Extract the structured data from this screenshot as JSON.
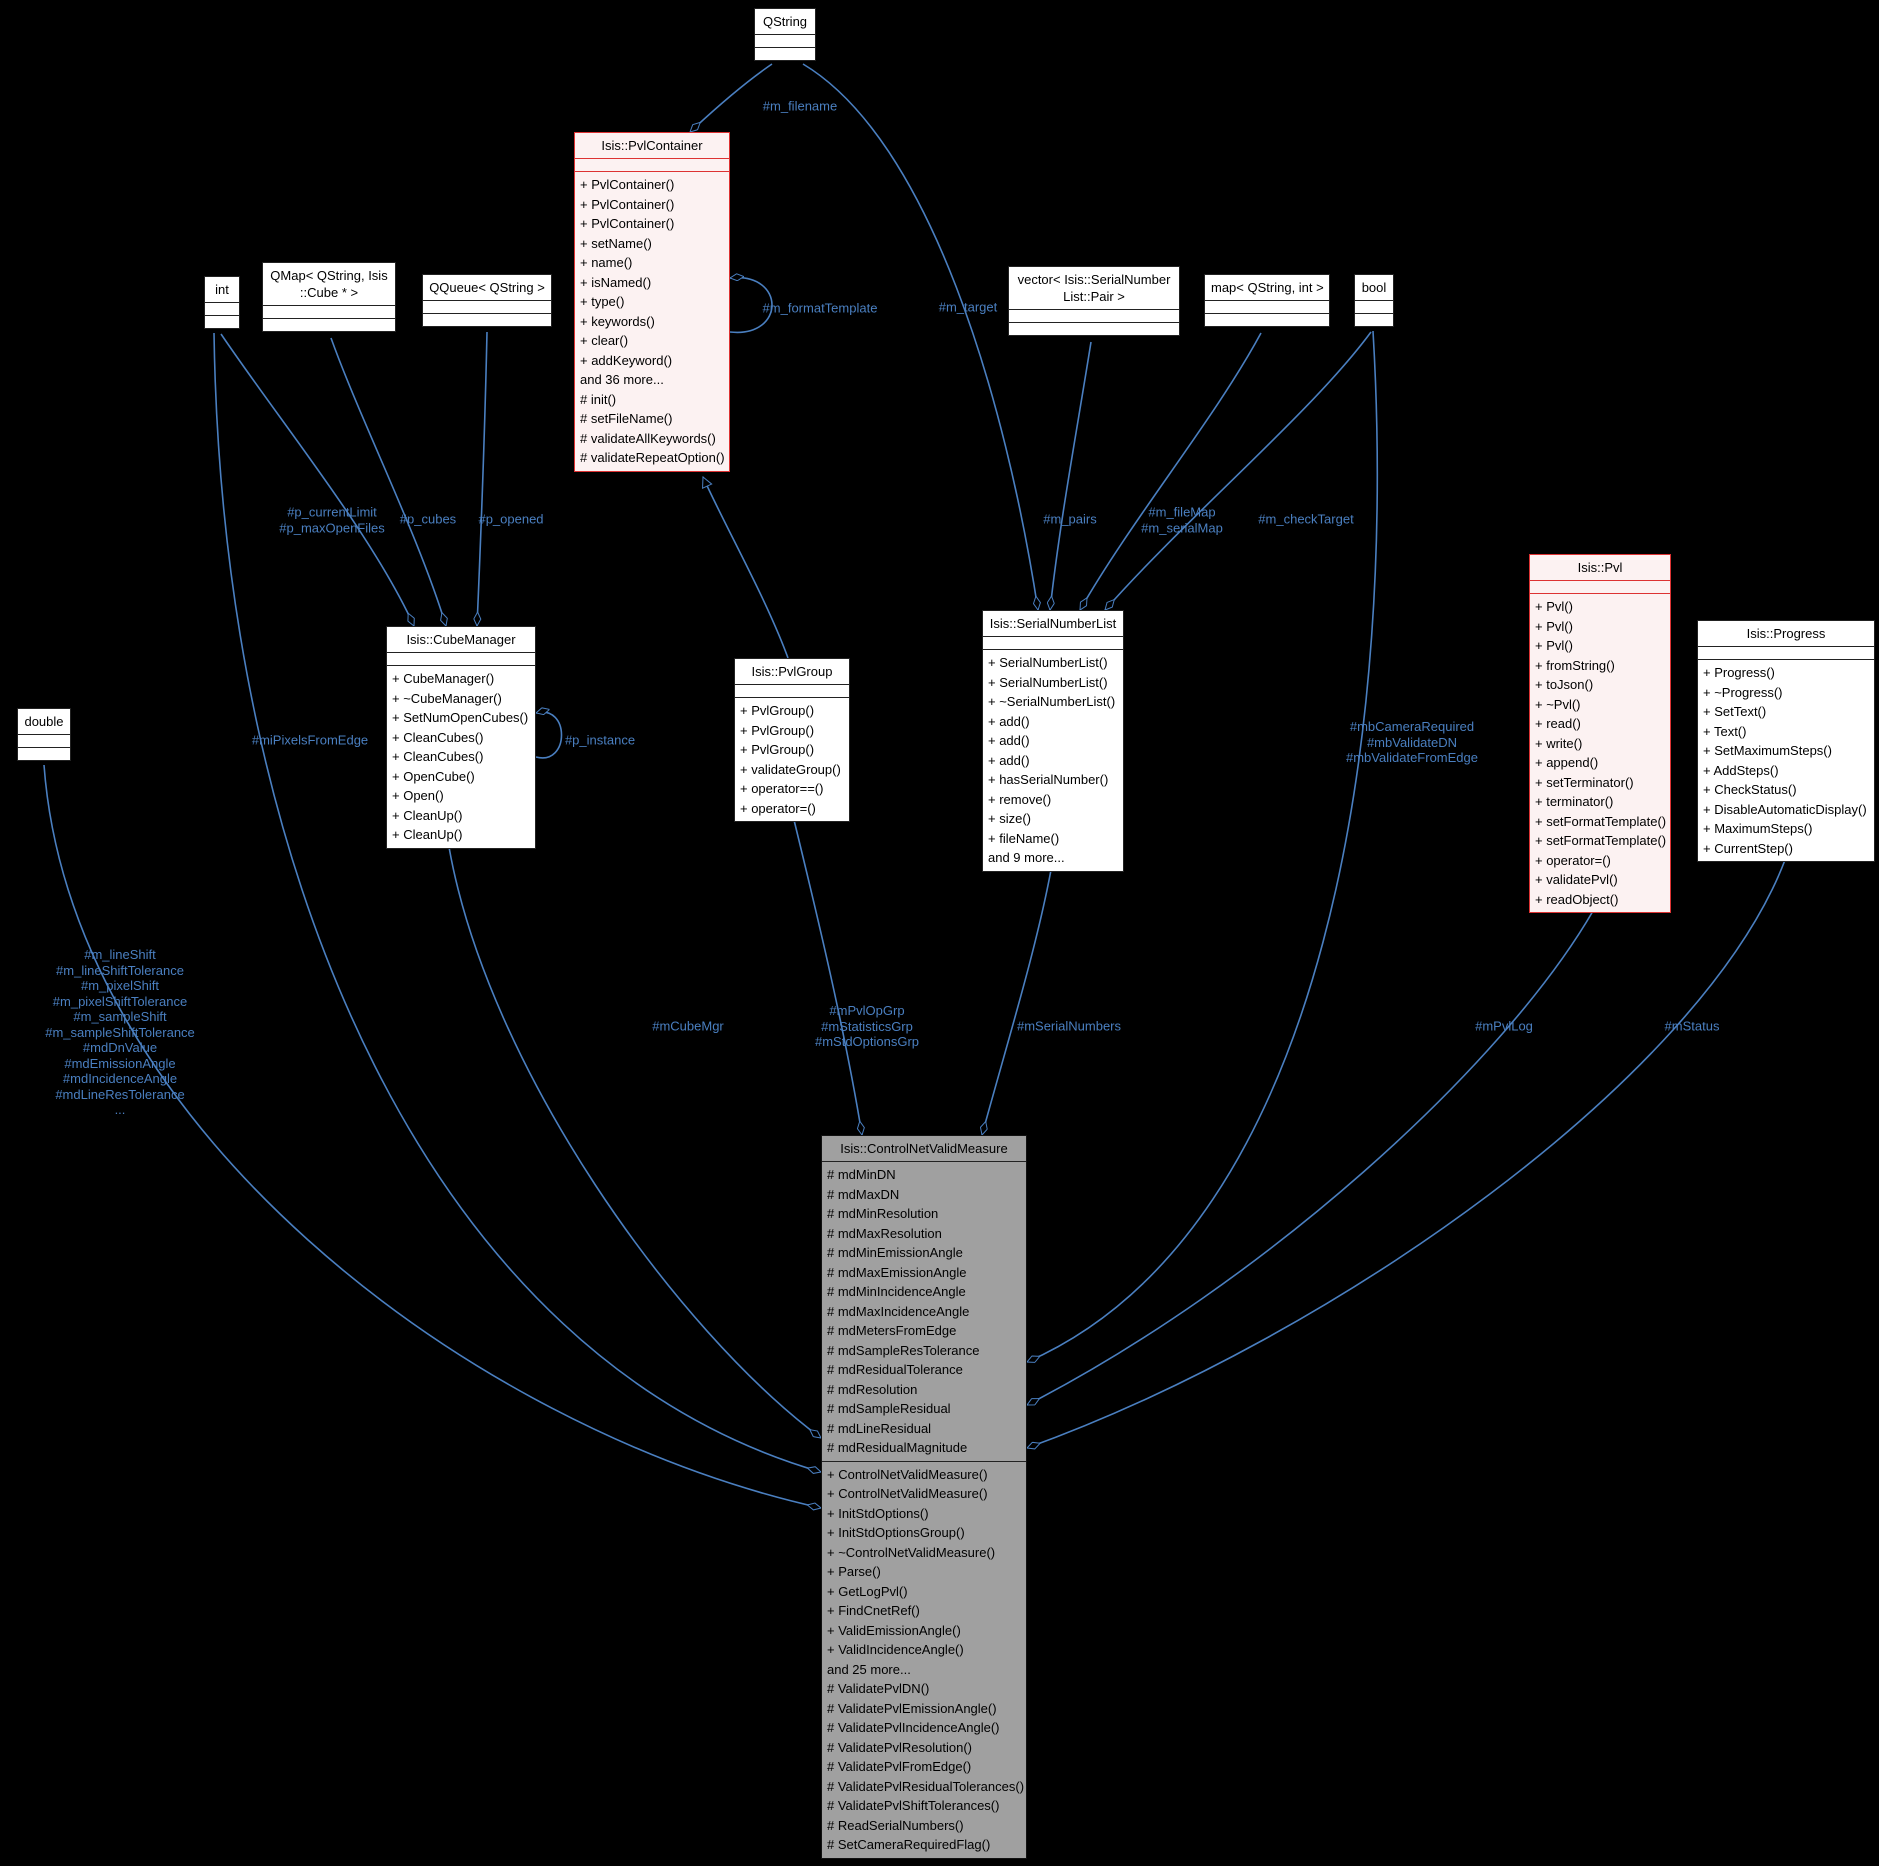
{
  "diagram": {
    "kind": "doxygen-collaboration-diagram",
    "colors": {
      "background": "#000000",
      "edge": "#4a7fc0",
      "box_fill": "#ffffff",
      "box_border": "#222222",
      "red_border": "#dd3333",
      "red_fill": "#fcf2f2",
      "gray_fill": "#a0a0a0"
    },
    "classes": [
      {
        "id": "qstring",
        "style": "plain",
        "title": [
          "QString"
        ],
        "attributes": [],
        "methods": []
      },
      {
        "id": "pvlcontainer",
        "style": "red",
        "title": [
          "Isis::PvlContainer"
        ],
        "attributes": [],
        "methods": [
          "+ PvlContainer()",
          "+ PvlContainer()",
          "+ PvlContainer()",
          "+ setName()",
          "+ name()",
          "+ isNamed()",
          "+ type()",
          "+ keywords()",
          "+ clear()",
          "+ addKeyword()",
          "and 36 more...",
          "# init()",
          "# setFileName()",
          "# validateAllKeywords()",
          "# validateRepeatOption()"
        ]
      },
      {
        "id": "int",
        "style": "plain",
        "title": [
          "int"
        ],
        "attributes": [],
        "methods": []
      },
      {
        "id": "qmap",
        "style": "plain",
        "title": [
          "QMap< QString, Isis",
          "::Cube * >"
        ],
        "attributes": [],
        "methods": []
      },
      {
        "id": "qqueue",
        "style": "plain",
        "title": [
          "QQueue< QString >"
        ],
        "attributes": [],
        "methods": []
      },
      {
        "id": "vector_pair",
        "style": "plain",
        "title": [
          "vector< Isis::SerialNumber",
          "List::Pair >"
        ],
        "attributes": [],
        "methods": []
      },
      {
        "id": "map_int",
        "style": "plain",
        "title": [
          "map< QString, int >"
        ],
        "attributes": [],
        "methods": []
      },
      {
        "id": "bool",
        "style": "plain",
        "title": [
          "bool"
        ],
        "attributes": [],
        "methods": []
      },
      {
        "id": "cubemanager",
        "style": "plain",
        "title": [
          "Isis::CubeManager"
        ],
        "attributes": [],
        "methods": [
          "+ CubeManager()",
          "+ ~CubeManager()",
          "+ SetNumOpenCubes()",
          "+ CleanCubes()",
          "+ CleanCubes()",
          "+ OpenCube()",
          "+ Open()",
          "+ CleanUp()",
          "+ CleanUp()"
        ]
      },
      {
        "id": "pvlgroup",
        "style": "plain",
        "title": [
          "Isis::PvlGroup"
        ],
        "attributes": [],
        "methods": [
          "+ PvlGroup()",
          "+ PvlGroup()",
          "+ PvlGroup()",
          "+ validateGroup()",
          "+ operator==()",
          "+ operator=()"
        ]
      },
      {
        "id": "serialnumberlist",
        "style": "plain",
        "title": [
          "Isis::SerialNumberList"
        ],
        "attributes": [],
        "methods": [
          "+ SerialNumberList()",
          "+ SerialNumberList()",
          "+ ~SerialNumberList()",
          "+ add()",
          "+ add()",
          "+ add()",
          "+ hasSerialNumber()",
          "+ remove()",
          "+ size()",
          "+ fileName()",
          "and 9 more..."
        ]
      },
      {
        "id": "pvl",
        "style": "red",
        "title": [
          "Isis::Pvl"
        ],
        "attributes": [],
        "methods": [
          "+ Pvl()",
          "+ Pvl()",
          "+ Pvl()",
          "+ fromString()",
          "+ toJson()",
          "+ ~Pvl()",
          "+ read()",
          "+ write()",
          "+ append()",
          "+ setTerminator()",
          "+ terminator()",
          "+ setFormatTemplate()",
          "+ setFormatTemplate()",
          "+ operator=()",
          "+ validatePvl()",
          "+ readObject()"
        ]
      },
      {
        "id": "progress",
        "style": "plain",
        "title": [
          "Isis::Progress"
        ],
        "attributes": [],
        "methods": [
          "+ Progress()",
          "+ ~Progress()",
          "+ SetText()",
          "+ Text()",
          "+ SetMaximumSteps()",
          "+ AddSteps()",
          "+ CheckStatus()",
          "+ DisableAutomaticDisplay()",
          "+ MaximumSteps()",
          "+ CurrentStep()"
        ]
      },
      {
        "id": "double",
        "style": "plain",
        "title": [
          "double"
        ],
        "attributes": [],
        "methods": []
      },
      {
        "id": "controlnetvalidmeasure",
        "style": "gray",
        "title": [
          "Isis::ControlNetValidMeasure"
        ],
        "attributes": [
          "# mdMinDN",
          "# mdMaxDN",
          "# mdMinResolution",
          "# mdMaxResolution",
          "# mdMinEmissionAngle",
          "# mdMaxEmissionAngle",
          "# mdMinIncidenceAngle",
          "# mdMaxIncidenceAngle",
          "# mdMetersFromEdge",
          "# mdSampleResTolerance",
          "# mdResidualTolerance",
          "# mdResolution",
          "# mdSampleResidual",
          "# mdLineResidual",
          "# mdResidualMagnitude"
        ],
        "methods": [
          "+ ControlNetValidMeasure()",
          "+ ControlNetValidMeasure()",
          "+ InitStdOptions()",
          "+ InitStdOptionsGroup()",
          "+ ~ControlNetValidMeasure()",
          "+ Parse()",
          "+ GetLogPvl()",
          "+ FindCnetRef()",
          "+ ValidEmissionAngle()",
          "+ ValidIncidenceAngle()",
          "and 25 more...",
          "# ValidatePvlDN()",
          "# ValidatePvlEmissionAngle()",
          "# ValidatePvlIncidenceAngle()",
          "# ValidatePvlResolution()",
          "# ValidatePvlFromEdge()",
          "# ValidatePvlResidualTolerances()",
          "# ValidatePvlShiftTolerances()",
          "# ReadSerialNumbers()",
          "# SetCameraRequiredFlag()"
        ]
      }
    ],
    "edge_labels": [
      {
        "id": "m_filename",
        "lines": [
          "#m_filename"
        ]
      },
      {
        "id": "m_format_template",
        "lines": [
          "#m_formatTemplate"
        ]
      },
      {
        "id": "m_target",
        "lines": [
          "#m_target"
        ]
      },
      {
        "id": "p_limits",
        "lines": [
          "#p_currentLimit",
          "#p_maxOpenFiles"
        ]
      },
      {
        "id": "p_cubes",
        "lines": [
          "#p_cubes"
        ]
      },
      {
        "id": "p_opened",
        "lines": [
          "#p_opened"
        ]
      },
      {
        "id": "m_pairs",
        "lines": [
          "#m_pairs"
        ]
      },
      {
        "id": "m_maps",
        "lines": [
          "#m_fileMap",
          "#m_serialMap"
        ]
      },
      {
        "id": "m_check_target",
        "lines": [
          "#m_checkTarget"
        ]
      },
      {
        "id": "p_instance",
        "lines": [
          "#p_instance"
        ]
      },
      {
        "id": "mi_pixels_from_edge",
        "lines": [
          "#miPixelsFromEdge"
        ]
      },
      {
        "id": "mb_flags",
        "lines": [
          "#mbCameraRequired",
          "#mbValidateDN",
          "#mbValidateFromEdge"
        ]
      },
      {
        "id": "shift_members",
        "lines": [
          "#m_lineShift",
          "#m_lineShiftTolerance",
          "#m_pixelShift",
          "#m_pixelShiftTolerance",
          "#m_sampleShift",
          "#m_sampleShiftTolerance",
          "#mdDnValue",
          "#mdEmissionAngle",
          "#mdIncidenceAngle",
          "#mdLineResTolerance",
          "..."
        ]
      },
      {
        "id": "m_cube_mgr",
        "lines": [
          "#mCubeMgr"
        ]
      },
      {
        "id": "pvl_grps",
        "lines": [
          "#mPvlOpGrp",
          "#mStatisticsGrp",
          "#mStdOptionsGrp"
        ]
      },
      {
        "id": "m_serial_numbers",
        "lines": [
          "#mSerialNumbers"
        ]
      },
      {
        "id": "m_pvl_log",
        "lines": [
          "#mPvlLog"
        ]
      },
      {
        "id": "m_status",
        "lines": [
          "#mStatus"
        ]
      }
    ]
  }
}
